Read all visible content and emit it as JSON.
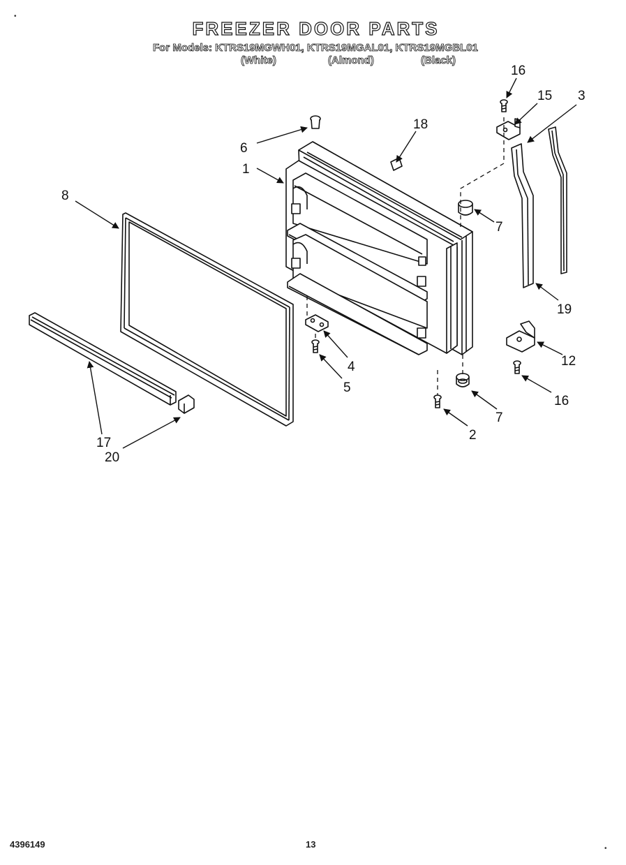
{
  "page": {
    "title": "FREEZER DOOR PARTS",
    "models_line": "For Models: KTRS19MGWH01, KTRS19MGAL01, KTRS19MGBL01",
    "colors": [
      "(White)",
      "(Almond)",
      "(Black)"
    ],
    "doc_number": "4396149",
    "page_number": "13"
  },
  "callouts": {
    "c1": "1",
    "c2": "2",
    "c3": "3",
    "c4": "4",
    "c5": "5",
    "c6": "6",
    "c7a": "7",
    "c7b": "7",
    "c8": "8",
    "c12": "12",
    "c15": "15",
    "c16a": "16",
    "c16b": "16",
    "c17": "17",
    "c18": "18",
    "c19": "19",
    "c20": "20"
  },
  "parts": [
    {
      "number": "1",
      "name": "door-assembly"
    },
    {
      "number": "2",
      "name": "screw"
    },
    {
      "number": "3",
      "name": "handle-trim"
    },
    {
      "number": "4",
      "name": "bottom-hinge-bracket"
    },
    {
      "number": "5",
      "name": "hinge-screw"
    },
    {
      "number": "6",
      "name": "door-plug"
    },
    {
      "number": "7",
      "name": "door-stop-bushing"
    },
    {
      "number": "8",
      "name": "door-gasket"
    },
    {
      "number": "12",
      "name": "hinge"
    },
    {
      "number": "15",
      "name": "top-hinge-bracket"
    },
    {
      "number": "16",
      "name": "hinge-screw"
    },
    {
      "number": "17",
      "name": "trim-strip"
    },
    {
      "number": "18",
      "name": "label"
    },
    {
      "number": "19",
      "name": "handle"
    },
    {
      "number": "20",
      "name": "end-cap"
    }
  ]
}
